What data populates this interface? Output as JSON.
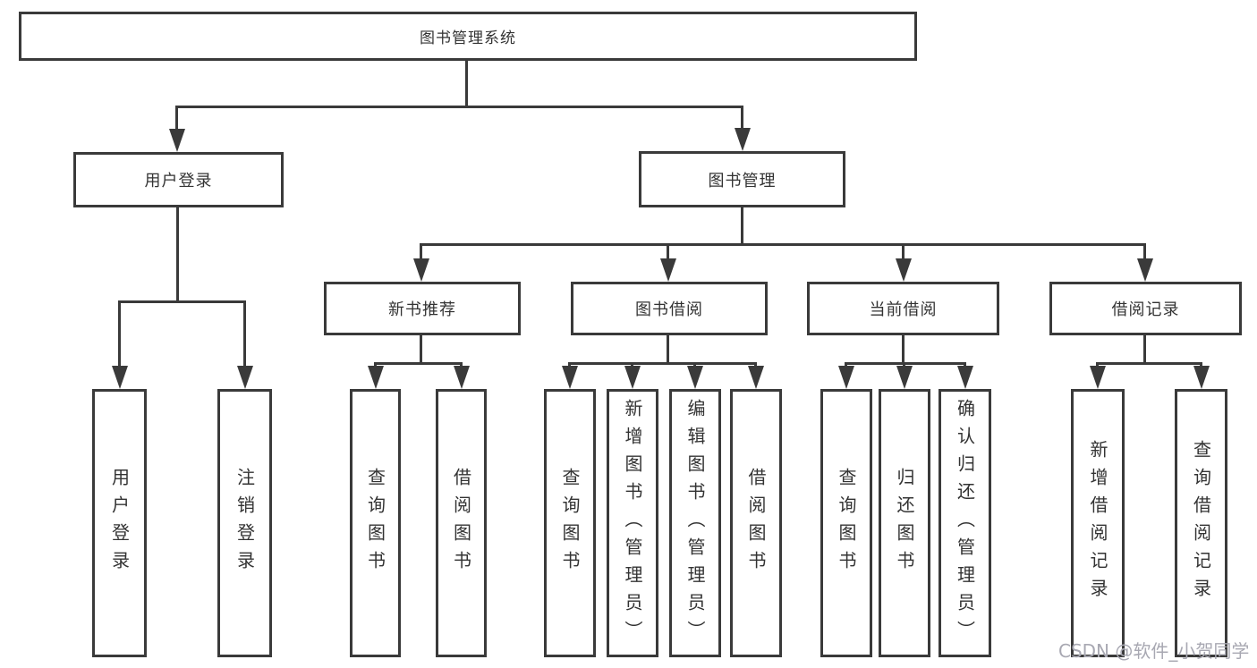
{
  "tree": {
    "root": "图书管理系统",
    "level2": [
      "用户登录",
      "图书管理"
    ],
    "level3": [
      "新书推荐",
      "图书借阅",
      "当前借阅",
      "借阅记录"
    ],
    "leaves": {
      "user": [
        "用户登录",
        "注销登录"
      ],
      "recommend": [
        "查询图书",
        "借阅图书"
      ],
      "borrow": [
        "查询图书",
        "新增图书（管理员）",
        "编辑图书（管理员）",
        "借阅图书"
      ],
      "current": [
        "查询图书",
        "归还图书",
        "确认归还（管理员）"
      ],
      "records": [
        "新增借阅记录",
        "查询借阅记录"
      ]
    }
  },
  "watermark": {
    "text": "CSDN @软件_小贺同学"
  },
  "colors": {
    "line": "#3a3a3a",
    "text": "#333333",
    "watermark": "#a8a8b2",
    "background": "#ffffff"
  }
}
